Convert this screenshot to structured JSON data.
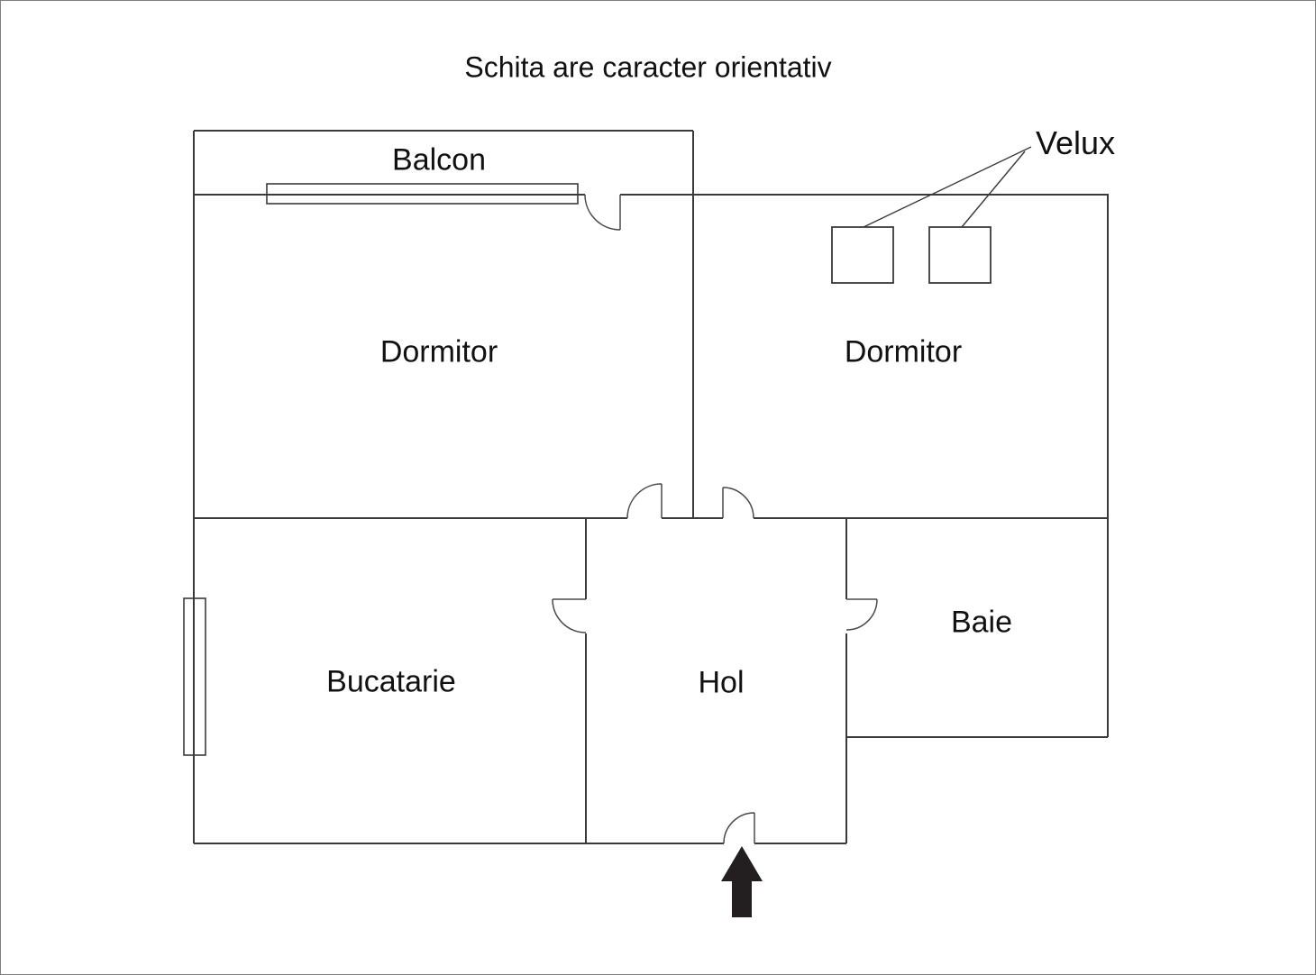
{
  "title": "Schita are caracter orientativ",
  "colors": {
    "wall": "#3a3a3a",
    "door": "#4a4a4a",
    "window": "#3a3a3a",
    "text": "#111111",
    "arrow": "#231f20",
    "page_border": "#7f7f7f"
  },
  "rooms": {
    "balcon": {
      "label": "Balcon"
    },
    "dormitor_left": {
      "label": "Dormitor"
    },
    "dormitor_right": {
      "label": "Dormitor"
    },
    "bucatarie": {
      "label": "Bucatarie"
    },
    "hol": {
      "label": "Hol"
    },
    "baie": {
      "label": "Baie"
    }
  },
  "annotations": {
    "velux_label": "Velux"
  },
  "icons": {
    "entrance_arrow": "entrance-direction-arrow-up"
  }
}
